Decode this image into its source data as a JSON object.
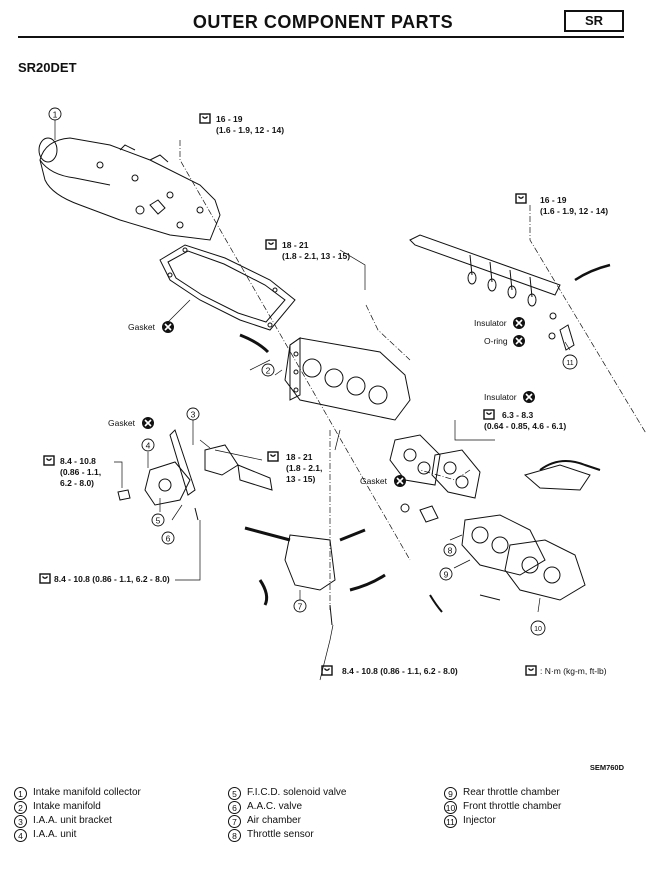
{
  "header": {
    "title": "OUTER COMPONENT PARTS",
    "badge": "SR"
  },
  "section_title": "SR20DET",
  "torque_specs": {
    "s1_a": "16 - 19",
    "s1_b": "(1.6 - 1.9, 12 - 14)",
    "s2_a": "16 - 19",
    "s2_b": "(1.6 - 1.9, 12 - 14)",
    "s3_a": "18 - 21",
    "s3_b": "(1.8 - 2.1, 13 - 15)",
    "s4_a": "18 - 21",
    "s4_b": "(1.8 - 2.1,",
    "s4_c": "13 - 15)",
    "s5_a": "6.3 - 8.3",
    "s5_b": "(0.64 - 0.85, 4.6 - 6.1)",
    "s6_a": "8.4 - 10.8",
    "s6_b": "(0.86 - 1.1,",
    "s6_c": "6.2 - 8.0)",
    "s7": "8.4 - 10.8 (0.86 - 1.1, 6.2 - 8.0)",
    "s8": "8.4 - 10.8 (0.86 - 1.1, 6.2 - 8.0)"
  },
  "part_labels": {
    "gasket": "Gasket",
    "insulator": "Insulator",
    "o_ring": "O-ring",
    "units": ": N·m (kg-m, ft-lb)"
  },
  "callout_numbers": [
    "①",
    "②",
    "③",
    "④",
    "⑤",
    "⑥",
    "⑦",
    "⑧",
    "⑨",
    "⑩",
    "⑪"
  ],
  "figure_code": "SEM760D",
  "legend": [
    {
      "num": "1",
      "text": "Intake manifold collector"
    },
    {
      "num": "2",
      "text": "Intake manifold"
    },
    {
      "num": "3",
      "text": "I.A.A. unit bracket"
    },
    {
      "num": "4",
      "text": "I.A.A. unit"
    },
    {
      "num": "5",
      "text": "F.I.C.D. solenoid valve"
    },
    {
      "num": "6",
      "text": "A.A.C. valve"
    },
    {
      "num": "7",
      "text": "Air chamber"
    },
    {
      "num": "8",
      "text": "Throttle sensor"
    },
    {
      "num": "9",
      "text": "Rear throttle chamber"
    },
    {
      "num": "10",
      "text": "Front throttle chamber"
    },
    {
      "num": "11",
      "text": "Injector"
    }
  ]
}
